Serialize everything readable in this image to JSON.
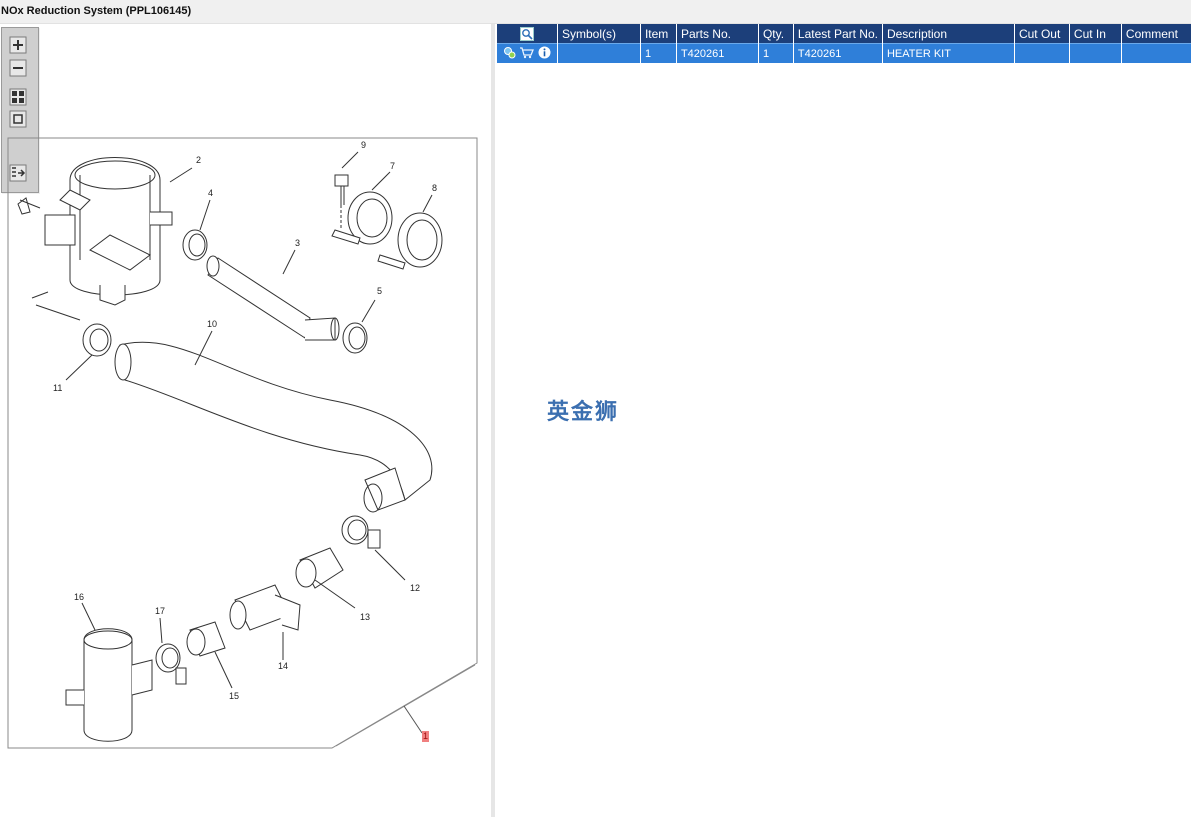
{
  "window": {
    "title": "NOx Reduction System (PPL106145)"
  },
  "toolbar": {
    "buttons": [
      "zoom-in",
      "zoom-out",
      "fit-all",
      "fit-window",
      "export"
    ]
  },
  "diagram": {
    "callouts": [
      "1",
      "2",
      "3",
      "4",
      "5",
      "7",
      "8",
      "9",
      "10",
      "11",
      "12",
      "13",
      "14",
      "15",
      "16",
      "17"
    ],
    "highlight_label": "1"
  },
  "table": {
    "columns": [
      "Symbol(s)",
      "Item",
      "Parts No.",
      "Qty.",
      "Latest Part No.",
      "Description",
      "Cut Out",
      "Cut In",
      "Comment"
    ],
    "rows": [
      {
        "symbols": "",
        "item": "1",
        "part_no": "T420261",
        "qty": "1",
        "latest_part_no": "T420261",
        "description": "HEATER KIT",
        "cut_out": "",
        "cut_in": "",
        "comment": ""
      }
    ]
  },
  "watermark": "英金狮",
  "colors": {
    "header_bg": "#1c3f7a",
    "row_selected": "#2f7fd9",
    "watermark": "#3b6fb0"
  }
}
